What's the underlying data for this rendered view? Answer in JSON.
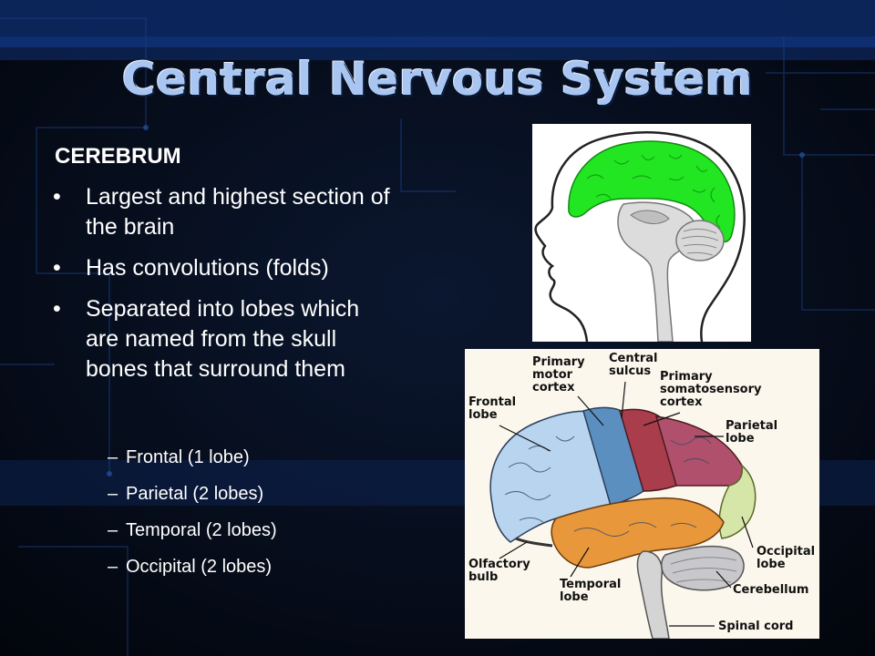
{
  "slide": {
    "title": "Central Nervous System",
    "heading": "CEREBRUM",
    "bullets": [
      {
        "symbol": "•",
        "text": "Largest and highest section of the brain"
      },
      {
        "symbol": "•",
        "text": "Has convolutions (folds)"
      },
      {
        "symbol": "•",
        "text": "Separated into lobes which are named from the skull bones that surround them"
      }
    ],
    "sub_bullets": [
      {
        "symbol": "–",
        "text": "Frontal (1 lobe)"
      },
      {
        "symbol": "–",
        "text": "Parietal (2 lobes)"
      },
      {
        "symbol": "–",
        "text": "Temporal (2 lobes)"
      },
      {
        "symbol": "–",
        "text": "Occipital (2 lobes)"
      }
    ]
  },
  "diagram_labels": {
    "primary_motor_cortex": [
      "Primary",
      "motor",
      "cortex"
    ],
    "central_sulcus": [
      "Central",
      "sulcus"
    ],
    "primary_somatosensory_cortex": [
      "Primary",
      "somatosensory",
      "cortex"
    ],
    "frontal_lobe": [
      "Frontal",
      "lobe"
    ],
    "parietal_lobe": [
      "Parietal",
      "lobe"
    ],
    "occipital_lobe": [
      "Occipital",
      "lobe"
    ],
    "olfactory_bulb": [
      "Olfactory",
      "bulb"
    ],
    "temporal_lobe": [
      "Temporal",
      "lobe"
    ],
    "cerebellum": [
      "Cerebellum"
    ],
    "spinal_cord": [
      "Spinal cord"
    ]
  },
  "colors": {
    "cerebrum_highlight": "#22e622",
    "frontal": "#b9d4ee",
    "motor": "#5b8fc0",
    "somatosensory": "#a93d4b",
    "parietal": "#b0506c",
    "occipital": "#d6e6a8",
    "temporal": "#e8973a",
    "cerebellum": "#c8c8cc"
  }
}
